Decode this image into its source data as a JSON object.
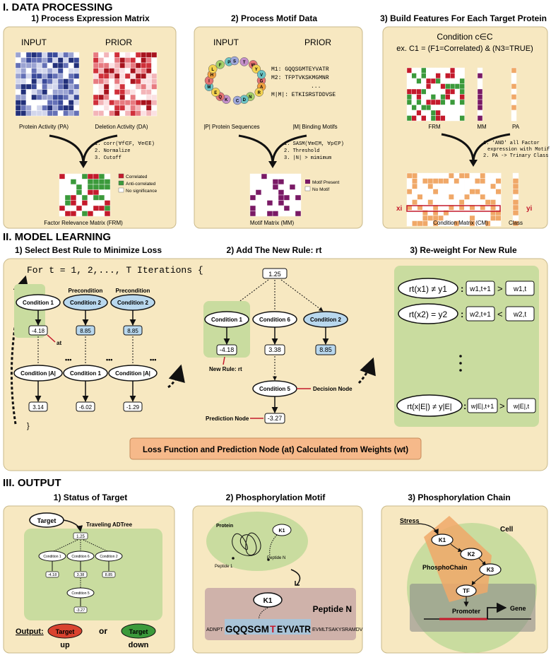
{
  "section1": {
    "title": "I. DATA PROCESSING",
    "panel1": {
      "title": "1) Process Expression Matrix",
      "input": "INPUT",
      "prior": "PRIOR",
      "pa_caption": "Protein Activity (PA)",
      "da_caption": "Deletion Activity (DA)",
      "steps": [
        "1. corr(∀f∈F, ∀e∈E)",
        "2. Normalize",
        "3. Cutoff"
      ],
      "legend": [
        "Correlated",
        "Anti-correlated",
        "No significance"
      ],
      "frm_caption": "Factor Relevance Matrix (FRM)"
    },
    "panel2": {
      "title": "2) Process Motif Data",
      "input": "INPUT",
      "prior": "PRIOR",
      "beads": [
        "G",
        "A",
        "R",
        "N",
        "D",
        "C",
        "K",
        "Q",
        "E",
        "M",
        "I",
        "H",
        "L",
        "F",
        "P",
        "S",
        "T",
        "W",
        "Y",
        "V"
      ],
      "motifs": [
        "M1: GQQSGMTEYVATR",
        "M2: TFPTVKSKMGMNR",
        "...",
        "M|M|: ETKISRSTDDVSE"
      ],
      "seq_caption": "|P| Protein Sequences",
      "motif_caption": "|M| Binding Motifs",
      "steps": [
        "1. SASM(∀m∈M, ∀p∈P)",
        "2. Threshold",
        "3. |N| > mimimum"
      ],
      "legend": [
        "Motif Present",
        "No Motif"
      ],
      "mm_caption": "Motif Matrix (MM)"
    },
    "panel3": {
      "title": "3) Build Features For Each Target Protein",
      "cond1": "Condition c∈C",
      "cond2": "ex. C1 = (F1=Correlated) & (N3=TRUE)",
      "frm": "FRM",
      "mm": "MM",
      "pa": "PA",
      "steps": [
        "1. 'AND' all Factor",
        "expression with Motif",
        "2. PA -> Trinary Class"
      ],
      "cm_caption": "Condition Matrix (CM)",
      "class_caption": "Class",
      "class_values": [
        "1",
        "1",
        "1",
        "0",
        "1",
        "0",
        "0",
        "1",
        "1",
        "1"
      ],
      "xi": "xi",
      "yi": "yi"
    }
  },
  "section2": {
    "title": "II. MODEL LEARNING",
    "sub1": "1) Select Best Rule to Minimize Loss",
    "sub2": "2) Add The New Rule: rt",
    "sub3": "3) Re-weight For New Rule",
    "loop_start": "For t = 1, 2,..., T Iterations {",
    "loop_end": "}",
    "precondition": "Precondition",
    "tree1": {
      "top": [
        "Condition 1",
        "Condition 2",
        "Condition 2"
      ],
      "mid": [
        "-4.18",
        "8.85",
        "8.85"
      ],
      "bot": [
        "Condition |A|",
        "Condition 1",
        "Condition |A|"
      ],
      "leaf": [
        "3.14",
        "-6.02",
        "-1.29"
      ],
      "at": "at",
      "dots": "•••"
    },
    "tree2": {
      "root": "1.25",
      "conds": [
        "Condition 1",
        "Condition 6",
        "Condition 2"
      ],
      "vals": [
        "-4.18",
        "3.38",
        "8.85"
      ],
      "c5": "Condition 5",
      "pred": "-3.27",
      "new_rule": "New Rule: rt",
      "decision": "Decision Node",
      "prediction": "Prediction Node"
    },
    "reweight": [
      {
        "lhs": "rt(x1) ≠ y1",
        "w1": "w1,t+1",
        "op": ">",
        "w2": "w1,t"
      },
      {
        "lhs": "rt(x2) = y2",
        "w1": "w2,t+1",
        "op": "<",
        "w2": "w2,t"
      },
      {
        "lhs": "rt(x|E|) ≠ y|E|",
        "w1": "w|E|,t+1",
        "op": ">",
        "w2": "w|E|,t"
      }
    ],
    "loss": "Loss Function and Prediction Node (at) Calculated from Weights (wt)"
  },
  "section3": {
    "title": "III. OUTPUT",
    "sub1": "1) Status of Target",
    "sub2": "2) Phosphorylation Motif",
    "sub3": "3) Phosphorylation Chain",
    "target": "Target",
    "traveling": "Traveling ADTree",
    "tree_vals": [
      "1.25",
      "Condition 1",
      "Condition 6",
      "Condition 2",
      "-4.18",
      "3.38",
      "8.85",
      "Condition 5",
      "-3.27"
    ],
    "output": "Output:",
    "or": "or",
    "up": "up",
    "down": "down",
    "protein": "Protein",
    "k1": "K1",
    "peptide_n": "Peptide N",
    "peptide_1": "Peptide 1",
    "peptide_label": "Peptide N",
    "seq_pre": "ADNPT",
    "seq_a": "GQQSGM",
    "seq_t": "T",
    "seq_b": "EYVATR",
    "seq_post": "EVMLTSAKYSRAMDV",
    "stress": "Stress",
    "cell": "Cell",
    "chain": [
      "K1",
      "K2",
      "K3",
      "TF"
    ],
    "phosphochain": "PhosphoChain",
    "promoter": "Promoter",
    "gene": "Gene"
  },
  "colors": {
    "panel": "#f7e8c1",
    "green": "#c9dc9f",
    "blue": "#b9d8ee",
    "orange": "#f6b98a",
    "red": "#c41a2c",
    "forest": "#3b9a3b",
    "purple": "#7a1a66",
    "navy": "#22307a"
  }
}
